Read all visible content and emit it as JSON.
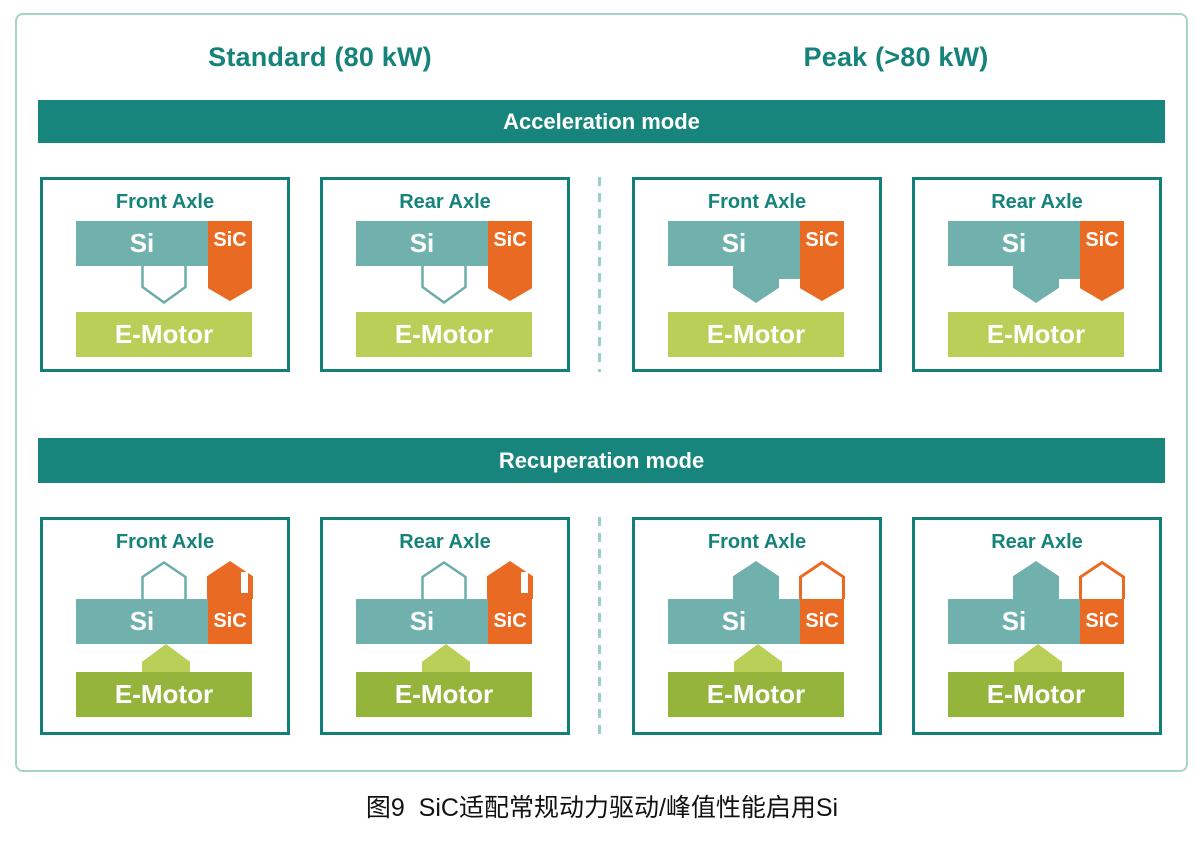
{
  "headers": {
    "standard": "Standard (80 kW)",
    "peak": "Peak (>80 kW)"
  },
  "modes": {
    "acceleration": "Acceleration mode",
    "recuperation": "Recuperation mode"
  },
  "labels": {
    "si": "Si",
    "sic": "SiC",
    "emotor": "E-Motor"
  },
  "boxes": [
    {
      "title": "Front Axle",
      "mode": "acceleration",
      "column": "standard",
      "si_flow": "inactive",
      "sic_flow": "active-down"
    },
    {
      "title": "Rear Axle",
      "mode": "acceleration",
      "column": "standard",
      "si_flow": "inactive",
      "sic_flow": "active-down"
    },
    {
      "title": "Front Axle",
      "mode": "acceleration",
      "column": "peak",
      "si_flow": "active-down",
      "sic_flow": "active-down"
    },
    {
      "title": "Rear Axle",
      "mode": "acceleration",
      "column": "peak",
      "si_flow": "active-down",
      "sic_flow": "active-down"
    },
    {
      "title": "Front Axle",
      "mode": "recuperation",
      "column": "standard",
      "si_flow": "inactive",
      "sic_flow": "active-up"
    },
    {
      "title": "Rear Axle",
      "mode": "recuperation",
      "column": "standard",
      "si_flow": "inactive",
      "sic_flow": "active-up"
    },
    {
      "title": "Front Axle",
      "mode": "recuperation",
      "column": "peak",
      "si_flow": "active-up",
      "sic_flow": "inactive"
    },
    {
      "title": "Rear Axle",
      "mode": "recuperation",
      "column": "peak",
      "si_flow": "active-up",
      "sic_flow": "inactive"
    }
  ],
  "caption": "图9  SiC适配常规动力驱动/峰值性能启用Si",
  "colors": {
    "teal_dark": "#17857b",
    "teal_muted": "#70b1ad",
    "orange": "#e96b23",
    "green_light": "#b9cf58",
    "green_dark": "#95b43c",
    "frame_border": "#a5d3c9",
    "divider_dash": "#97d0c6"
  }
}
